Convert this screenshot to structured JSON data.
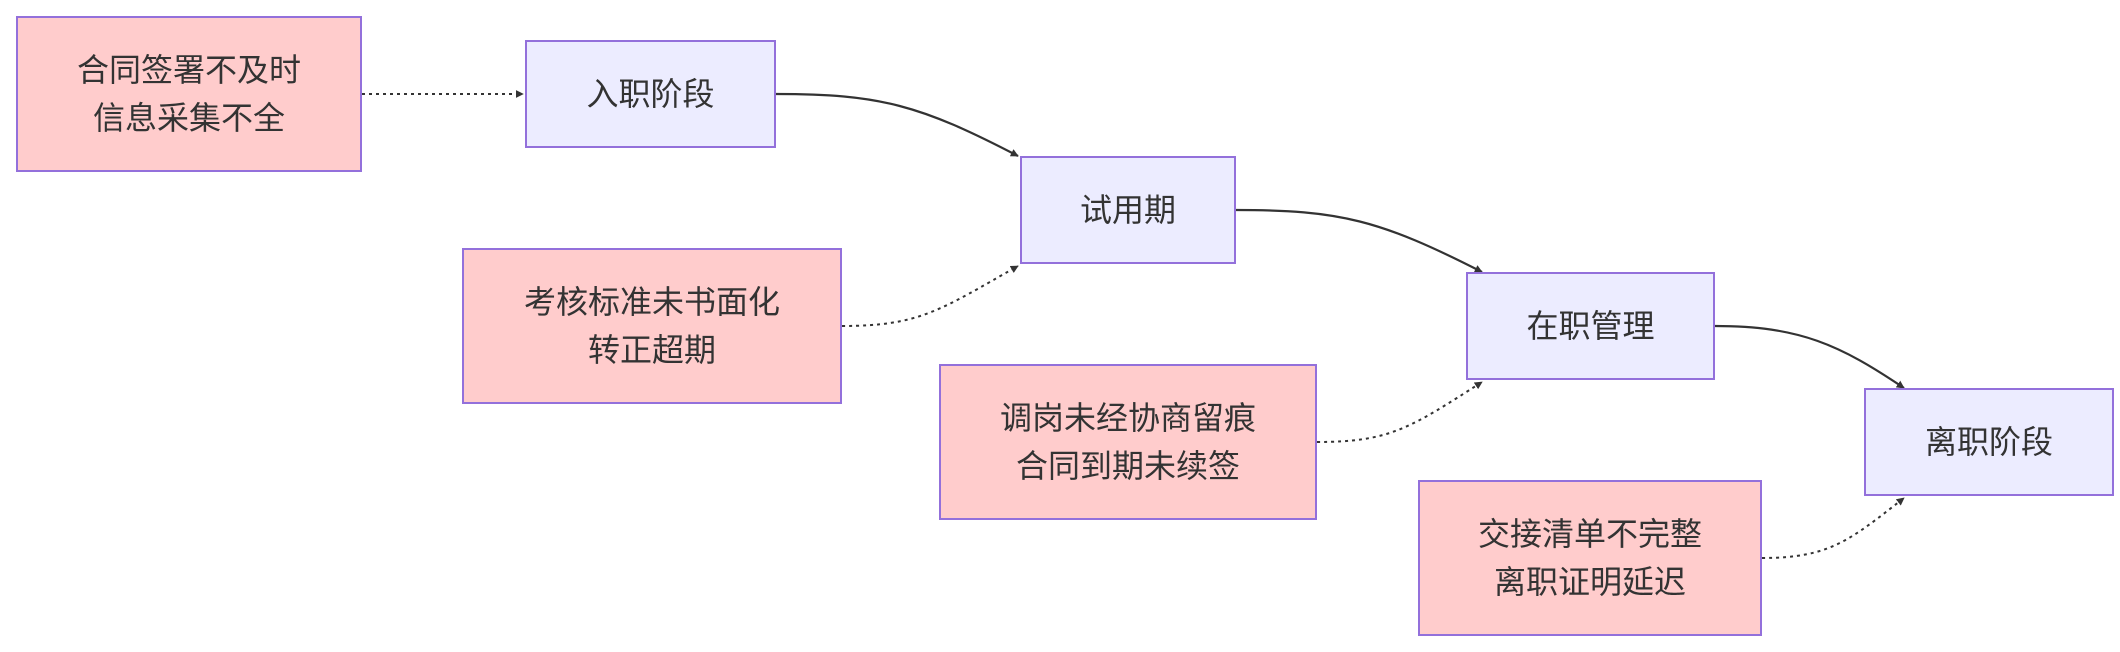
{
  "colors": {
    "stage_fill": "#ECECFF",
    "risk_fill": "#FFCCCC",
    "node_border": "#9370DB",
    "edge": "#333333",
    "text": "#333333"
  },
  "nodes": {
    "risk1": {
      "line1": "合同签署不及时",
      "line2": "信息采集不全"
    },
    "stage1": {
      "label": "入职阶段"
    },
    "stage2": {
      "label": "试用期"
    },
    "risk2": {
      "line1": "考核标准未书面化",
      "line2": "转正超期"
    },
    "stage3": {
      "label": "在职管理"
    },
    "risk3": {
      "line1": "调岗未经协商留痕",
      "line2": "合同到期未续签"
    },
    "stage4": {
      "label": "离职阶段"
    },
    "risk4": {
      "line1": "交接清单不完整",
      "line2": "离职证明延迟"
    }
  },
  "edges": [
    {
      "from": "risk1",
      "to": "stage1",
      "style": "dotted"
    },
    {
      "from": "stage1",
      "to": "stage2",
      "style": "solid"
    },
    {
      "from": "risk2",
      "to": "stage2",
      "style": "dotted"
    },
    {
      "from": "stage2",
      "to": "stage3",
      "style": "solid"
    },
    {
      "from": "risk3",
      "to": "stage3",
      "style": "dotted"
    },
    {
      "from": "stage3",
      "to": "stage4",
      "style": "solid"
    },
    {
      "from": "risk4",
      "to": "stage4",
      "style": "dotted"
    }
  ]
}
